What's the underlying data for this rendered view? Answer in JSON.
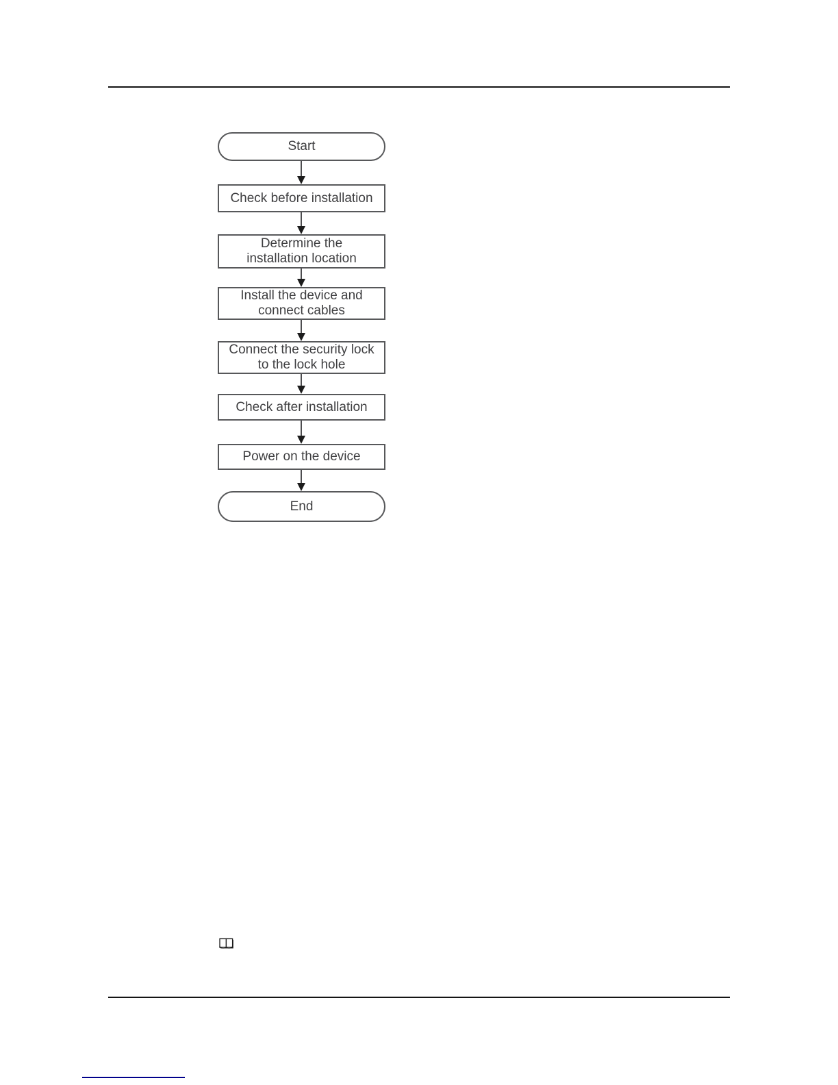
{
  "flowchart": {
    "nodes": [
      {
        "label": "Start",
        "shape": "stadium"
      },
      {
        "label": "Check before installation",
        "shape": "rect"
      },
      {
        "label": "Determine the\ninstallation location",
        "shape": "rect"
      },
      {
        "label": "Install the device and\nconnect cables",
        "shape": "rect"
      },
      {
        "label": "Connect the security lock\nto the lock hole",
        "shape": "rect"
      },
      {
        "label": "Check after installation",
        "shape": "rect"
      },
      {
        "label": "Power on the device",
        "shape": "rect"
      },
      {
        "label": "End",
        "shape": "stadium"
      }
    ]
  },
  "icons": {
    "note_icon": "open-book-icon"
  },
  "colors": {
    "rule": "#141414",
    "box_border": "#57585a",
    "box_text": "#3e3e40",
    "arrow": "#1c1c1c",
    "link_underline": "#00008b"
  }
}
